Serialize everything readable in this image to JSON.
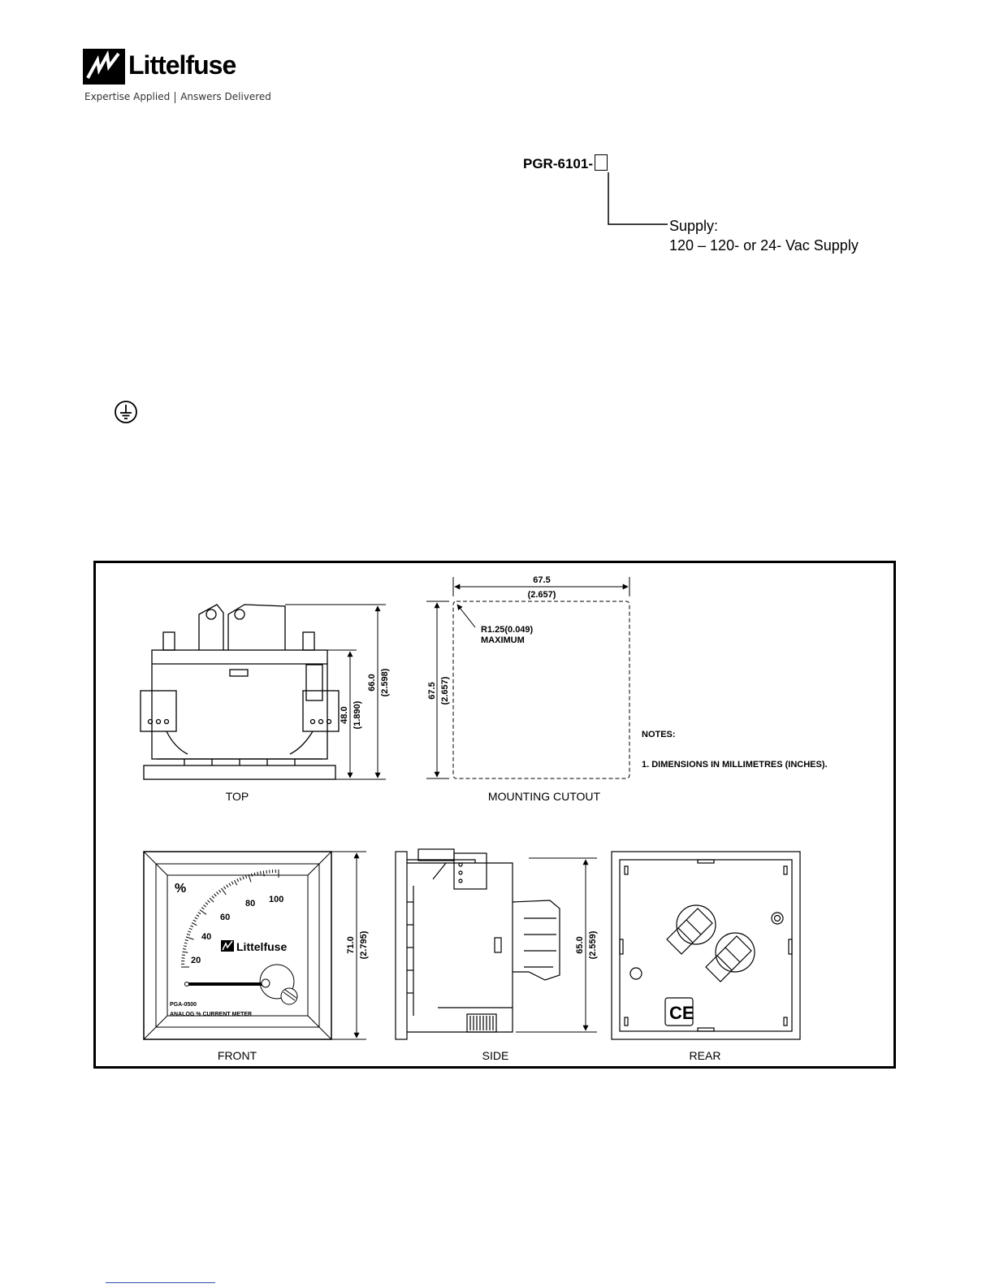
{
  "brand": {
    "name": "Littelfuse",
    "tagline_left": "Expertise Applied",
    "tagline_right": "Answers Delivered"
  },
  "ordering": {
    "part_number": "PGR-6101-",
    "supply_label": "Supply:",
    "supply_option": "120 – 120- or 24- Vac Supply"
  },
  "drawing": {
    "views": {
      "top": "TOP",
      "mounting": "MOUNTING CUTOUT",
      "front": "FRONT",
      "side": "SIDE",
      "rear": "REAR"
    },
    "dims": {
      "top_h1_mm": "48.0",
      "top_h1_in": "(1.890)",
      "top_h2_mm": "66.0",
      "top_h2_in": "(2.598)",
      "cut_w_mm": "67.5",
      "cut_w_in": "(2.657)",
      "cut_h_mm": "67.5",
      "cut_h_in": "(2.657)",
      "radius": "R1.25(0.049)",
      "radius_note": "MAXIMUM",
      "front_h_mm": "71.0",
      "front_h_in": "(2.795)",
      "side_h_mm": "65.0",
      "side_h_in": "(2.559)"
    },
    "notes_title": "NOTES:",
    "note_1": "1.   DIMENSIONS IN MILLIMETRES (INCHES).",
    "meter": {
      "unit": "%",
      "scale": [
        "20",
        "40",
        "60",
        "80",
        "100"
      ],
      "brand": "Littelfuse",
      "model": "PGA-0500",
      "description": "ANALOG % CURRENT METER"
    },
    "rear_mark": "CE"
  }
}
